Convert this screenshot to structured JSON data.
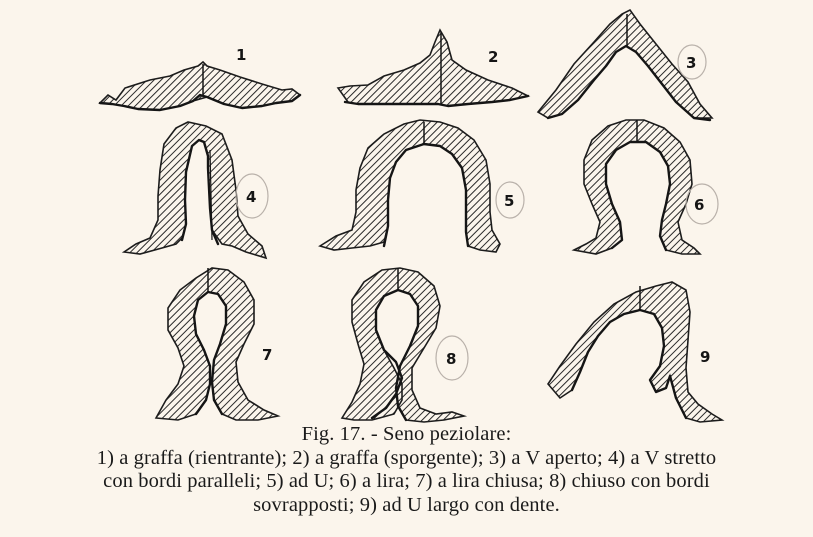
{
  "colors": {
    "background": "#fbf5ec",
    "ink": "#151515",
    "hatch": "#2a2a2a"
  },
  "figure": {
    "labels": [
      "1",
      "2",
      "3",
      "4",
      "5",
      "6",
      "7",
      "8",
      "9"
    ]
  },
  "caption": {
    "title": "Fig. 17. - Seno peziolare:",
    "lines": [
      "1) a graffa (rientrante); 2) a graffa (sporgente); 3) a V aperto; 4) a V stretto",
      "con bordi paralleli; 5) ad U; 6) a lira; 7) a lira chiusa; 8) chiuso con bordi",
      "sovrapposti; 9) ad U largo con dente."
    ]
  }
}
